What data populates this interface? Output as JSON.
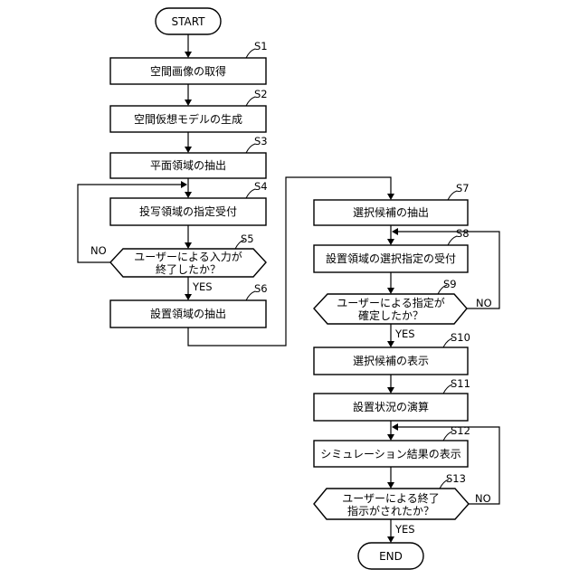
{
  "flow": {
    "start": "START",
    "end": "END",
    "yes_label": "YES",
    "no_label": "NO",
    "steps": {
      "s1": {
        "id": "S1",
        "line1": "空間画像の取得"
      },
      "s2": {
        "id": "S2",
        "line1": "空間仮想モデルの生成"
      },
      "s3": {
        "id": "S3",
        "line1": "平面領域の抽出"
      },
      "s4": {
        "id": "S4",
        "line1": "投写領域の指定受付"
      },
      "s5": {
        "id": "S5",
        "line1": "ユーザーによる入力が",
        "line2": "終了したか？"
      },
      "s6": {
        "id": "S6",
        "line1": "設置領域の抽出"
      },
      "s7": {
        "id": "S7",
        "line1": "選択候補の抽出"
      },
      "s8": {
        "id": "S8",
        "line1": "設置領域の選択指定の受付"
      },
      "s9": {
        "id": "S9",
        "line1": "ユーザーによる指定が",
        "line2": "確定したか？"
      },
      "s10": {
        "id": "S10",
        "line1": "選択候補の表示"
      },
      "s11": {
        "id": "S11",
        "line1": "設置状況の演算"
      },
      "s12": {
        "id": "S12",
        "line1": "シミュレーション結果の表示"
      },
      "s13": {
        "id": "S13",
        "line1": "ユーザーによる終了",
        "line2": "指示がされたか？"
      }
    }
  }
}
